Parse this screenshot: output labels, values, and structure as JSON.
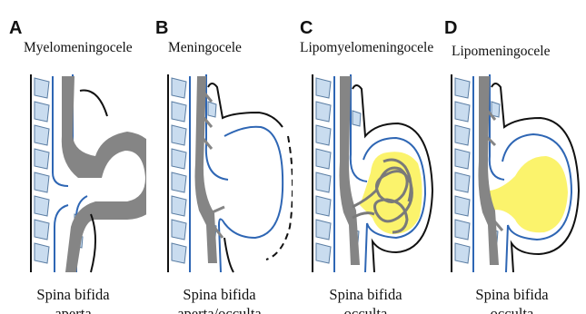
{
  "panels": [
    {
      "label": "A",
      "title": "Myelomeningocele",
      "caption_line1": "Spina bifida",
      "caption_line2": "aperta"
    },
    {
      "label": "B",
      "title": "Meningocele",
      "caption_line1": "Spina bifida",
      "caption_line2": "aperta/occulta"
    },
    {
      "label": "C",
      "title": "Lipomyelomeningocele",
      "caption_line1": "Spina bifida",
      "caption_line2": "occulta"
    },
    {
      "label": "D",
      "title": "Lipomeningocele",
      "caption_line1": "Spina bifida",
      "caption_line2": "occulta"
    }
  ],
  "colors": {
    "vertebra_fill": "#c9dcef",
    "vertebra_stroke": "#5a7da3",
    "dura_blue": "#2e66b4",
    "cord_gray": "#858585",
    "lipoma_yellow": "#fbf36c",
    "outline_black": "#111111"
  }
}
